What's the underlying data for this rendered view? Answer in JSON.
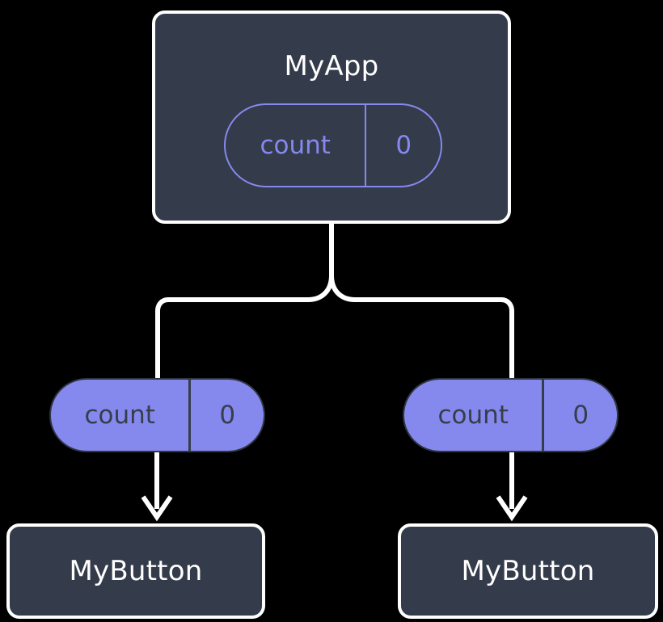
{
  "diagram": {
    "type": "component-tree",
    "background_color": "#000000",
    "palette": {
      "node_fill": "#343b4a",
      "node_border": "#ffffff",
      "node_text": "#ffffff",
      "accent": "#8589ee",
      "pill_text_on_fill": "#373d4b",
      "connector": "#ffffff"
    },
    "root": {
      "title": "MyApp",
      "state": {
        "key": "count",
        "value": "0"
      }
    },
    "children": [
      {
        "title": "MyButton",
        "prop": {
          "key": "count",
          "value": "0"
        }
      },
      {
        "title": "MyButton",
        "prop": {
          "key": "count",
          "value": "0"
        }
      }
    ]
  }
}
